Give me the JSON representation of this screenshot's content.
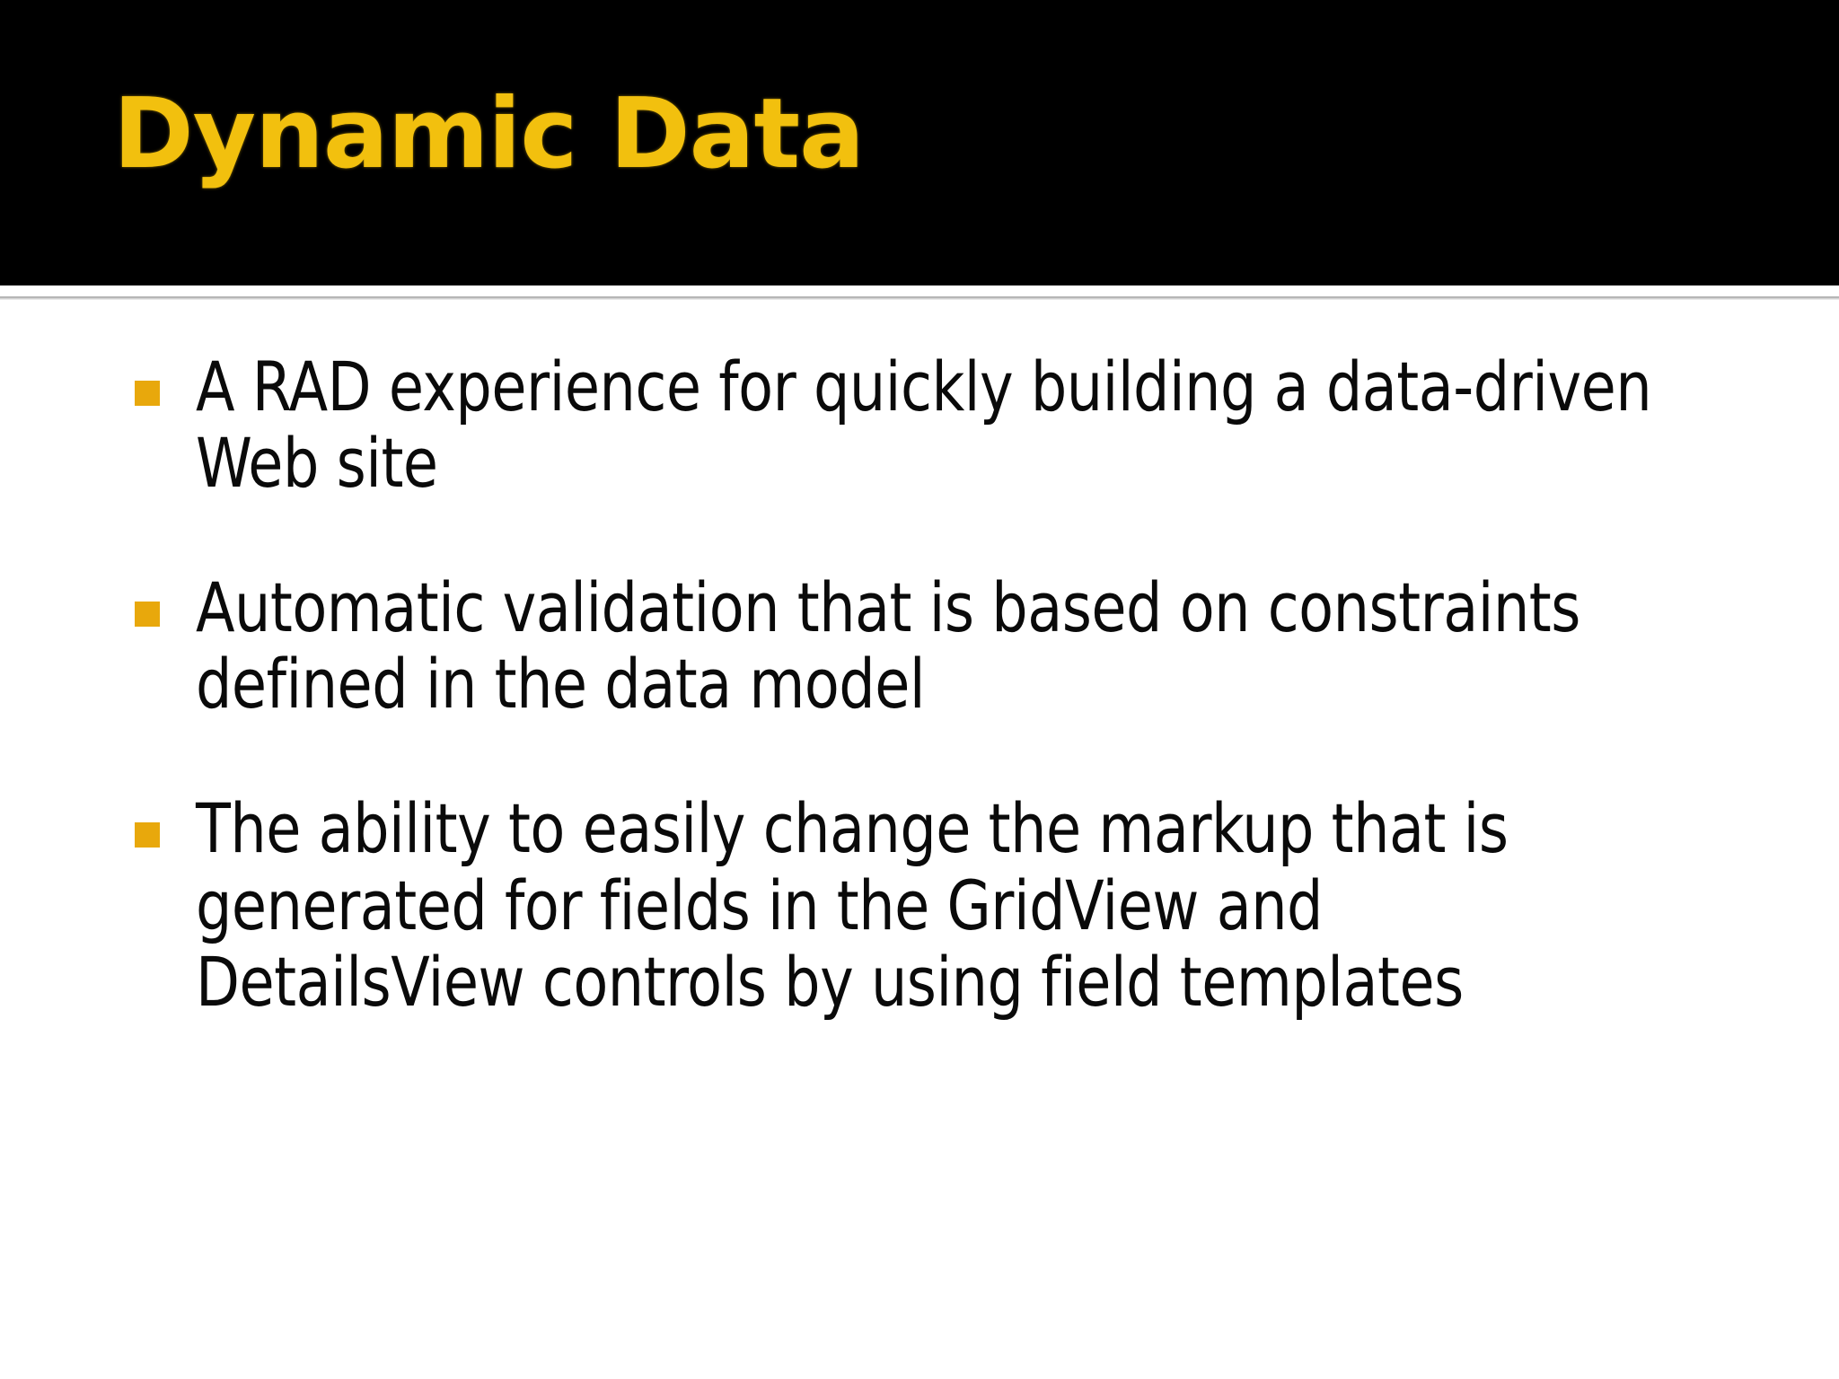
{
  "slide": {
    "title": "Dynamic Data",
    "title_color": "#F2C00E",
    "title_band_color": "#000000",
    "body_background": "#FFFFFF",
    "body_text_color": "#0A0A0A",
    "bullet_marker_color": "#E8A80C",
    "bullets": [
      {
        "text": "A RAD experience for quickly building a data-driven Web site"
      },
      {
        "text": "Automatic validation that is based on constraints defined in the data model"
      },
      {
        "text": "The ability to easily change the markup that is generated for fields in the GridView and DetailsView controls by using field templates"
      }
    ]
  }
}
